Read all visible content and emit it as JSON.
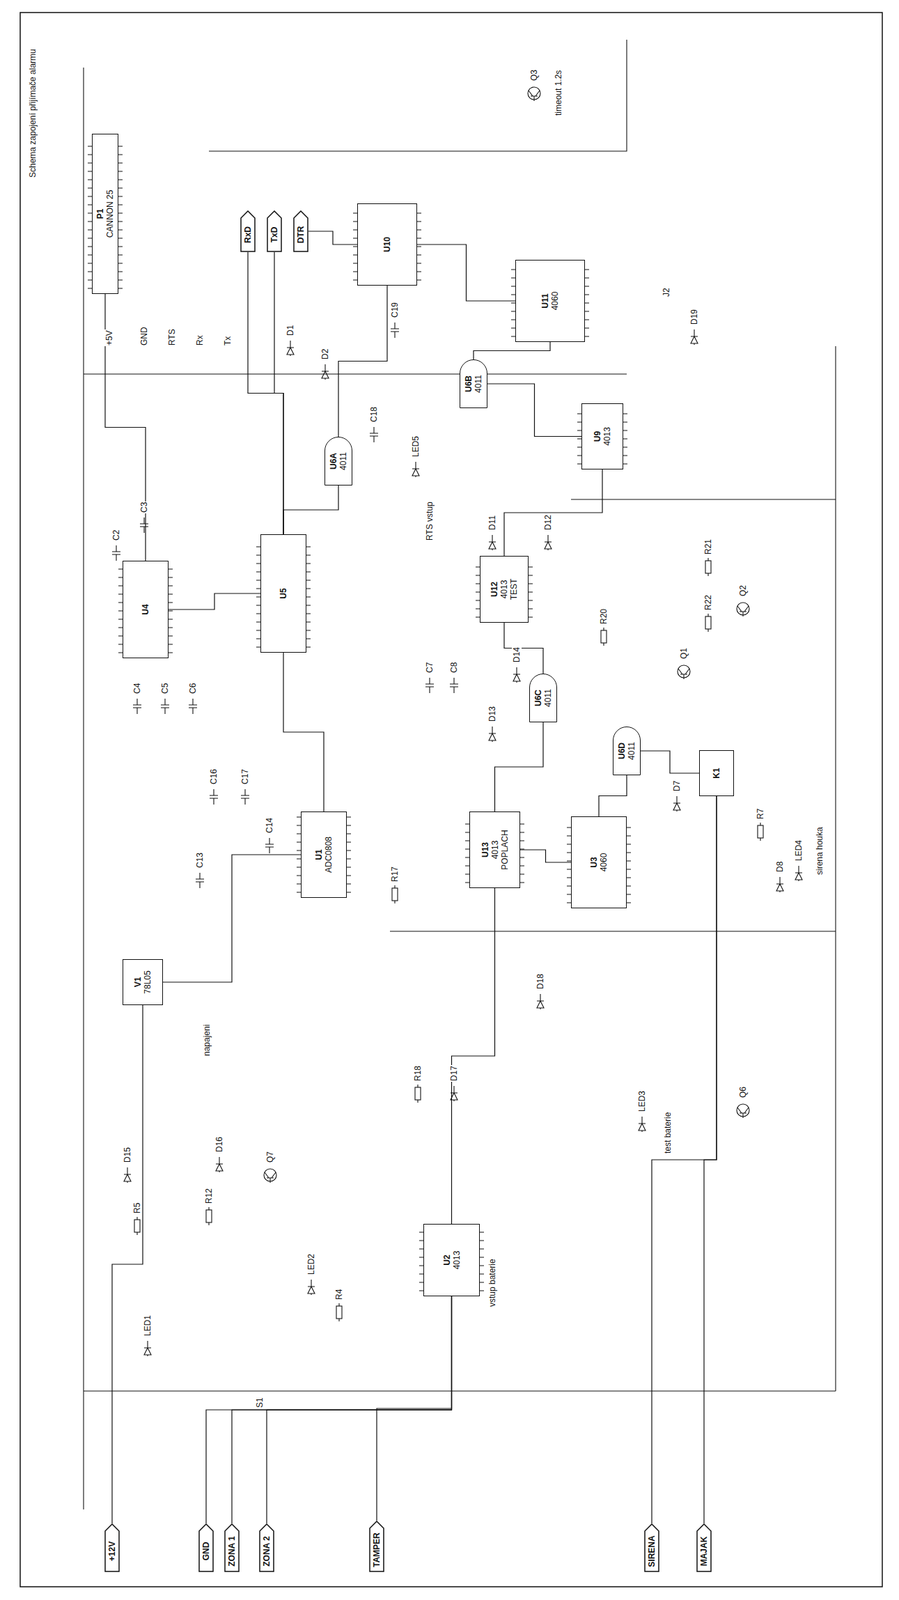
{
  "diagram": {
    "title": "Schema zapojení přijímače alarmu",
    "nodes": [
      {
        "text": [
          "P1",
          "CANNON 25"
        ]
      },
      {
        "text": [
          "U4"
        ]
      },
      {
        "text": [
          "U5"
        ]
      },
      {
        "text": [
          "U10"
        ]
      },
      {
        "text": [
          "U11",
          "4060"
        ]
      },
      {
        "text": [
          "U9",
          "4013"
        ]
      },
      {
        "text": [
          "U12",
          "4013",
          "TEST"
        ]
      },
      {
        "text": [
          "U13",
          "4013",
          "POPLACH"
        ]
      },
      {
        "text": [
          "U1",
          "ADC0808"
        ]
      },
      {
        "text": [
          "U3",
          "4060"
        ]
      },
      {
        "text": [
          "U2",
          "4013"
        ]
      },
      {
        "text": [
          "V1",
          "78L05"
        ]
      },
      {
        "text": [
          "K1"
        ]
      },
      {
        "text": [
          "U6A",
          "4011"
        ]
      },
      {
        "text": [
          "U6B",
          "4011"
        ]
      },
      {
        "text": [
          "U6C",
          "4011"
        ]
      },
      {
        "text": [
          "U6D",
          "4011"
        ]
      },
      {
        "text": [
          "+12V"
        ]
      },
      {
        "text": [
          "GND"
        ]
      },
      {
        "text": [
          "ZONA 1"
        ]
      },
      {
        "text": [
          "ZONA 2"
        ]
      },
      {
        "text": [
          "TAMPER"
        ]
      },
      {
        "text": [
          "SIRENA"
        ]
      },
      {
        "text": [
          "MAJAK"
        ]
      },
      {
        "text": [
          "RxD"
        ]
      },
      {
        "text": [
          "TxD"
        ]
      },
      {
        "text": [
          "DTR"
        ]
      }
    ],
    "edges": [
      {
        "from": 0,
        "to": 1,
        "arrow": "none"
      },
      {
        "from": 1,
        "to": 2,
        "arrow": "none"
      },
      {
        "from": 2,
        "to": 8,
        "arrow": "none"
      },
      {
        "from": 2,
        "to": 13,
        "arrow": "none"
      },
      {
        "from": 13,
        "to": 3,
        "arrow": "none"
      },
      {
        "from": 3,
        "to": 4,
        "arrow": "none"
      },
      {
        "from": 4,
        "to": 14,
        "arrow": "none"
      },
      {
        "from": 14,
        "to": 5,
        "arrow": "none"
      },
      {
        "from": 5,
        "to": 6,
        "arrow": "none"
      },
      {
        "from": 6,
        "to": 15,
        "arrow": "none"
      },
      {
        "from": 15,
        "to": 7,
        "arrow": "none"
      },
      {
        "from": 7,
        "to": 9,
        "arrow": "none"
      },
      {
        "from": 9,
        "to": 16,
        "arrow": "none"
      },
      {
        "from": 16,
        "to": 12,
        "arrow": "none"
      },
      {
        "from": 12,
        "to": 22,
        "arrow": "none"
      },
      {
        "from": 12,
        "to": 23,
        "arrow": "none"
      },
      {
        "from": 10,
        "to": 7,
        "arrow": "none"
      },
      {
        "from": 17,
        "to": 11,
        "arrow": "none"
      },
      {
        "from": 11,
        "to": 8,
        "arrow": "none"
      },
      {
        "from": 18,
        "to": 10,
        "arrow": "none"
      },
      {
        "from": 19,
        "to": 10,
        "arrow": "none"
      },
      {
        "from": 20,
        "to": 10,
        "arrow": "none"
      },
      {
        "from": 21,
        "to": 10,
        "arrow": "none"
      },
      {
        "from": 24,
        "to": 2,
        "arrow": "none"
      },
      {
        "from": 25,
        "to": 2,
        "arrow": "none"
      },
      {
        "from": 26,
        "to": 3,
        "arrow": "none"
      }
    ],
    "labels": [
      "+5V",
      "GND",
      "RTS",
      "Rx",
      "Tx",
      "C2",
      "C3",
      "C4",
      "C5",
      "C6",
      "C7",
      "C8",
      "C13",
      "C14",
      "C16",
      "C17",
      "C18",
      "C19",
      "R17",
      "D1",
      "D2",
      "LED5",
      "RTS vstup",
      "D11",
      "D12",
      "D13",
      "D14",
      "R20",
      "R21",
      "R22",
      "Q1",
      "Q2",
      "D7",
      "R7",
      "D8",
      "LED4",
      "sirena houka",
      "D19",
      "J2",
      "Q3",
      "timeout 1.2s",
      "R18",
      "D17",
      "D18",
      "vstup baterie",
      "test baterie",
      "LED3",
      "Q6",
      "napajeni",
      "Q7",
      "LED1",
      "D15",
      "D16",
      "R12",
      "R5",
      "LED2",
      "R4",
      "S1"
    ]
  }
}
